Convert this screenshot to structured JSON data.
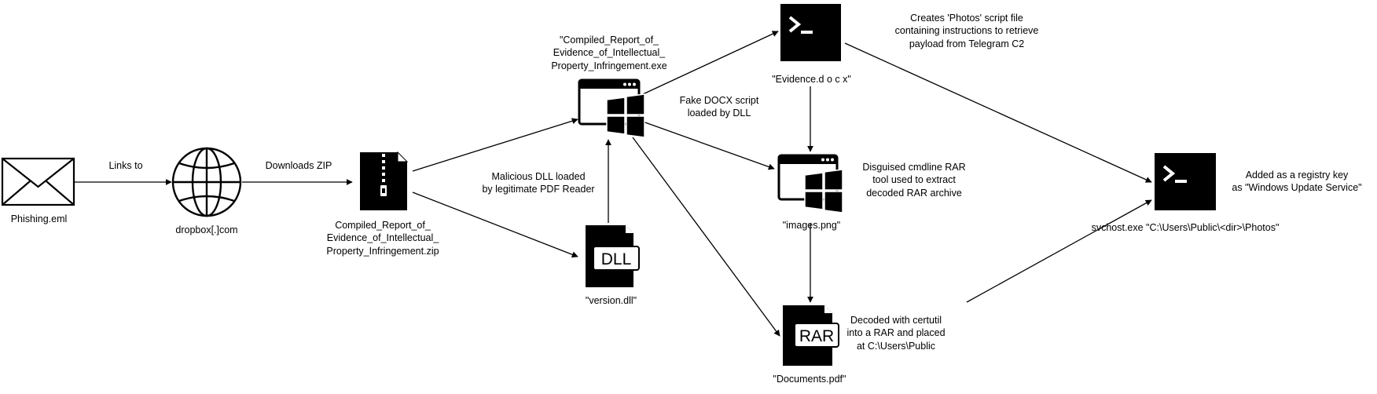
{
  "nodes": {
    "phishing": {
      "label": "Phishing.eml",
      "icon": "envelope-icon"
    },
    "dropbox": {
      "label": "dropbox[.]com",
      "icon": "globe-icon"
    },
    "zip": {
      "label_lines": [
        "Compiled_Report_of_",
        "Evidence_of_Intellectual_",
        "Property_Infringement.zip"
      ],
      "icon": "zip-file-icon"
    },
    "exe": {
      "label_lines": [
        "\"Compiled_Report_of_",
        "Evidence_of_Intellectual_",
        "Property_Infringement.exe"
      ],
      "icon": "windows-app-icon"
    },
    "dll": {
      "label": "\"version.dll\"",
      "icon": "dll-file-icon",
      "icon_text": "DLL"
    },
    "evidence": {
      "label": "\"Evidence.d o c x\"",
      "icon": "terminal-icon"
    },
    "images": {
      "label": "\"images.png\"",
      "icon": "windows-app-icon"
    },
    "documents": {
      "label": "\"Documents.pdf\"",
      "icon": "rar-file-icon",
      "icon_text": "RAR"
    },
    "svchost": {
      "label": "svchost.exe \"C:\\Users\\Public\\<dir>\\Photos\"",
      "icon": "terminal-icon"
    }
  },
  "edge_labels": {
    "links_to": "Links to",
    "downloads_zip": "Downloads ZIP",
    "malicious_dll": [
      "Malicious DLL loaded",
      "by legitimate PDF Reader"
    ],
    "fake_docx": [
      "Fake DOCX script",
      "loaded by DLL"
    ],
    "creates_photos": [
      "Creates 'Photos' script file",
      "containing instructions to retrieve",
      "payload from Telegram C2"
    ],
    "disguised_rar": [
      "Disguised cmdline RAR",
      "tool used to extract",
      "decoded RAR archive"
    ],
    "decoded_certutil": [
      "Decoded with certutil",
      "into a RAR and placed",
      "at C:\\Users\\Public"
    ],
    "registry_key": [
      "Added as a registry key",
      "as \"Windows Update Service\""
    ]
  }
}
